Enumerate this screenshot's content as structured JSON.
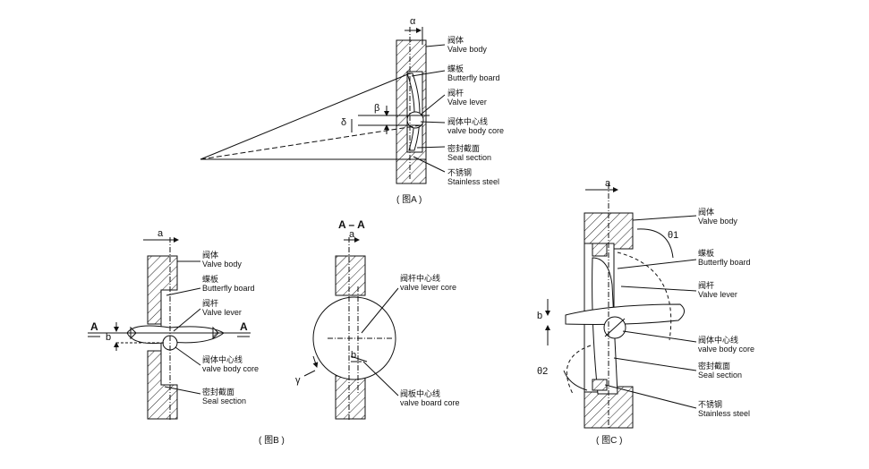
{
  "fig_a": {
    "caption": "( 图A )",
    "alpha": "α",
    "beta": "β",
    "delta": "δ",
    "labels": [
      {
        "cn": "阀体",
        "en": "Valve body"
      },
      {
        "cn": "蝶板",
        "en": "Butterfly board"
      },
      {
        "cn": "阀杆",
        "en": "Valve lever"
      },
      {
        "cn": "阀体中心线",
        "en": "valve body core"
      },
      {
        "cn": "密封截面",
        "en": "Seal section"
      },
      {
        "cn": "不锈钢",
        "en": "Stainless steel"
      }
    ]
  },
  "fig_b": {
    "caption": "( 图B )",
    "dim_a": "a",
    "dim_b": "b",
    "section_left": "A",
    "section_right": "A",
    "labels": [
      {
        "cn": "阀体",
        "en": "Valve body"
      },
      {
        "cn": "蝶板",
        "en": "Butterfly board"
      },
      {
        "cn": "阀杆",
        "en": "Valve lever"
      },
      {
        "cn": "阀体中心线",
        "en": "valve body core"
      },
      {
        "cn": "密封截面",
        "en": "Seal section"
      }
    ]
  },
  "fig_aa": {
    "title": "A – A",
    "dim_a": "a",
    "dim_b": "b",
    "gamma": "γ",
    "labels": [
      {
        "cn": "阀杆中心线",
        "en": "valve lever core"
      },
      {
        "cn": "阀板中心线",
        "en": "valve board core"
      }
    ]
  },
  "fig_c": {
    "caption": "( 图C )",
    "dim_a": "a",
    "dim_b": "b",
    "theta1": "θ1",
    "theta2": "θ2",
    "labels": [
      {
        "cn": "阀体",
        "en": "Valve body"
      },
      {
        "cn": "蝶板",
        "en": "Butterfly board"
      },
      {
        "cn": "阀杆",
        "en": "Valve lever"
      },
      {
        "cn": "阀体中心线",
        "en": "valve body core"
      },
      {
        "cn": "密封截面",
        "en": "Seal section"
      },
      {
        "cn": "不锈钢",
        "en": "Stainless steel"
      }
    ]
  }
}
